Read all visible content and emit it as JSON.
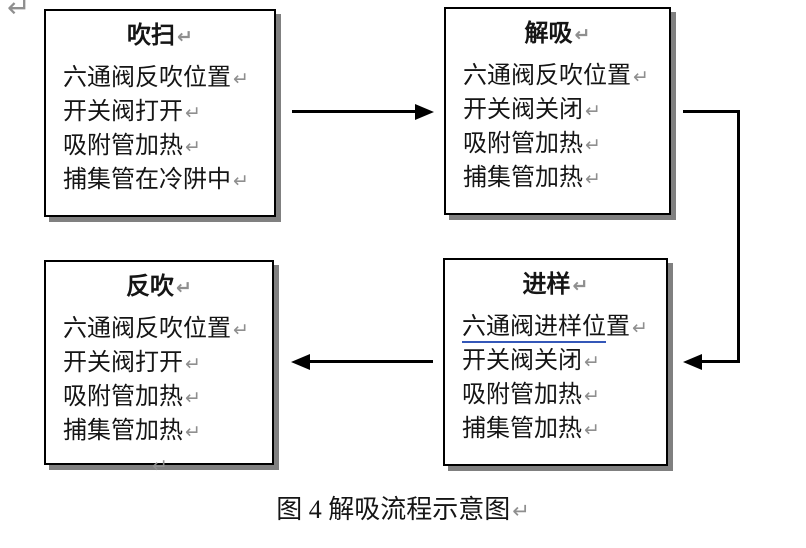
{
  "marks": {
    "pilcrow": "↵"
  },
  "colors": {
    "box_border": "#000000",
    "box_shadow": "#808080",
    "text": "#151515",
    "mark": "#8f8f8f",
    "underline_blue": "#3457b8",
    "arrow": "#000000"
  },
  "boxes": [
    {
      "title": "吹扫",
      "lines": [
        "六通阀反吹位置",
        "开关阀打开",
        "吸附管加热",
        "捕集管在冷阱中"
      ]
    },
    {
      "title": "解吸",
      "lines": [
        "六通阀反吹位置",
        "开关阀关闭",
        "吸附管加热",
        "捕集管加热"
      ]
    },
    {
      "title": "反吹",
      "lines": [
        "六通阀反吹位置",
        "开关阀打开",
        "吸附管加热",
        "捕集管加热"
      ],
      "trailing_empty_paragraph": true
    },
    {
      "title": "进样",
      "lines": [
        {
          "u": "六通阀进样位",
          "rest": "置"
        },
        "开关阀关闭",
        "吸附管加热",
        "捕集管加热"
      ]
    }
  ],
  "flow": [
    {
      "from": "吹扫",
      "to": "解吸"
    },
    {
      "from": "解吸",
      "to": "进样"
    },
    {
      "from": "进样",
      "to": "反吹"
    }
  ],
  "caption": "图 4 解吸流程示意图"
}
